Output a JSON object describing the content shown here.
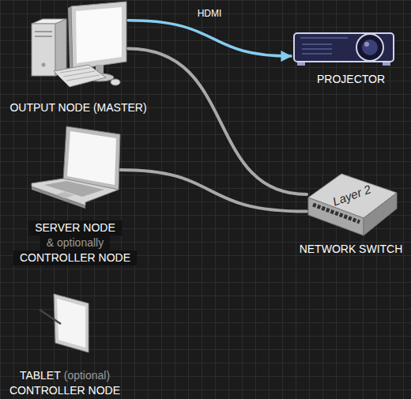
{
  "diagram": {
    "nodes": [
      {
        "text": [
          "OUTPUT NODE (MASTER)"
        ]
      },
      {
        "text": [
          "PROJECTOR"
        ]
      },
      {
        "text": [
          "SERVER NODE",
          "& optionally",
          "CONTROLLER NODE"
        ]
      },
      {
        "text": [
          "Layer 2",
          "NETWORK SWITCH"
        ]
      },
      {
        "text": [
          "TABLET",
          "(optional)",
          "CONTROLLER NODE"
        ]
      }
    ],
    "edges": [
      {
        "from": 0,
        "to": 1,
        "label": "HDMI",
        "arrow": "to"
      },
      {
        "from": 0,
        "to": 3,
        "arrow": "none"
      },
      {
        "from": 2,
        "to": 3,
        "arrow": "none"
      }
    ]
  }
}
